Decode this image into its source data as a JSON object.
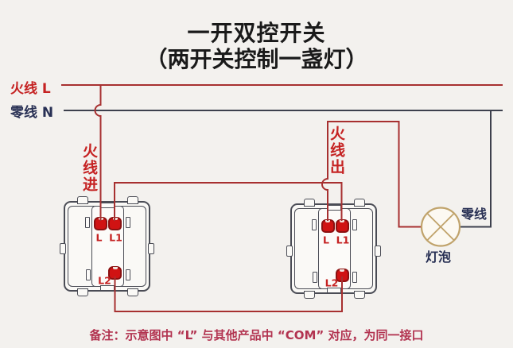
{
  "title": "一开双控开关",
  "subtitle": "（两开关控制一盏灯）",
  "labels": {
    "live": "火线 L",
    "neutral": "零线 N",
    "live_in": "火线进",
    "live_out": "火线出",
    "neutral_right": "零线",
    "bulb": "灯泡"
  },
  "switches": [
    {
      "terminal_l": "L",
      "terminal_l1": "L1",
      "terminal_l2": "L2"
    },
    {
      "terminal_l": "L",
      "terminal_l1": "L1",
      "terminal_l2": "L2"
    }
  ],
  "lamp": {
    "symbol": "circle-with-cross",
    "label": "灯泡"
  },
  "note": "备注：示意图中 “L” 与其他产品中 “COM” 对应，为同一接口",
  "colors": {
    "background": "#f3f1ee",
    "live_wire": "#a73030",
    "neutral_wire": "#3d404d",
    "label_red": "#c52222",
    "label_navy": "#283054",
    "terminal_fill": "#d01313",
    "terminal_border": "#8c1111",
    "lamp": "#c0a36b",
    "note": "#b23350",
    "outline": "#4a4c55"
  }
}
